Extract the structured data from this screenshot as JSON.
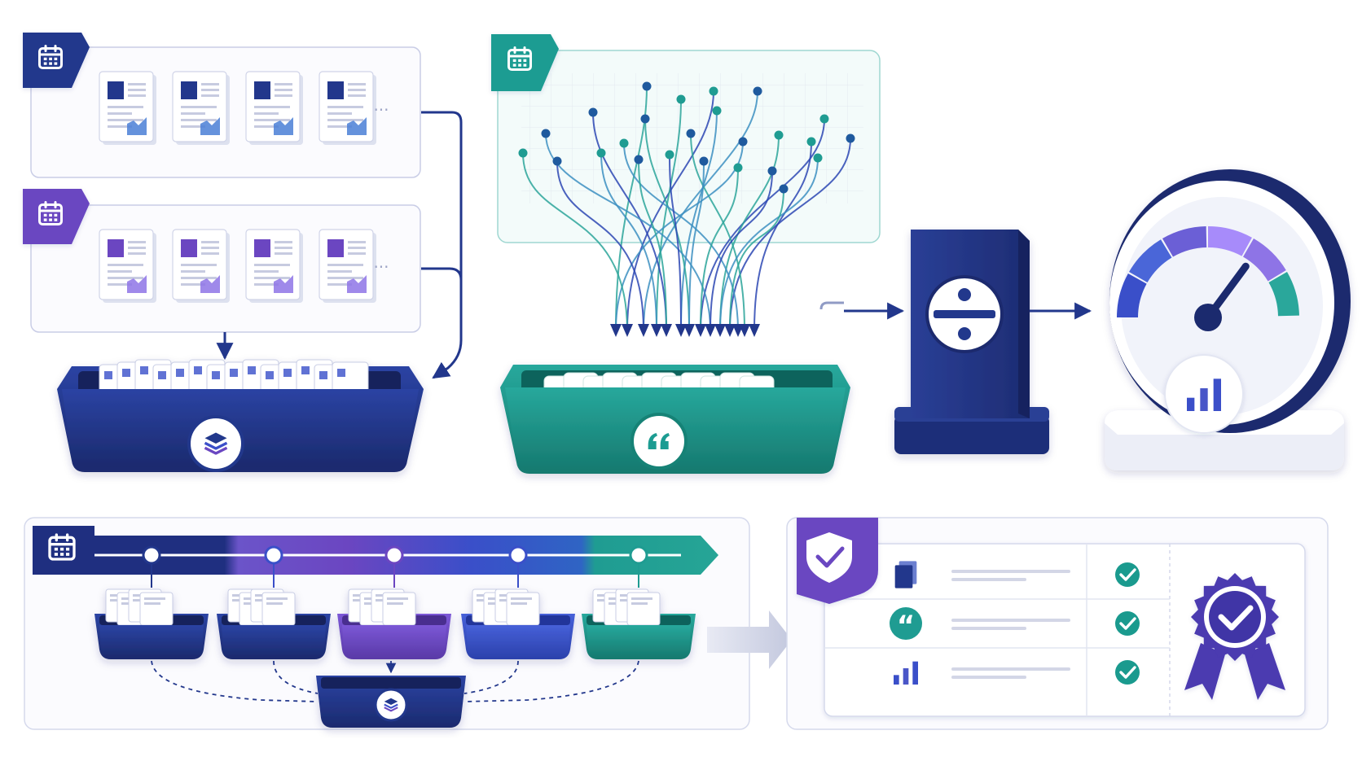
{
  "colors": {
    "navy": "#22378c",
    "navy_dark": "#1b2a6e",
    "purple": "#6b46c1",
    "violet_soft": "#a78bfa",
    "blue": "#3a4fc9",
    "teal": "#1f9c92",
    "teal_dark": "#178276",
    "panel_border": "#c9cde6",
    "panel_fill": "#f7f8fc",
    "check_teal": "#1a9a8e"
  },
  "icons": {
    "calendar": "calendar-icon",
    "layers": "layers-stack-icon",
    "quote": "quote-icon",
    "divide": "divide-icon",
    "gauge": "gauge-icon",
    "bar_chart": "bar-chart-icon",
    "shield": "shield-check-icon",
    "award": "award-badge-icon",
    "check": "check-circle-icon",
    "documents": "documents-icon"
  },
  "labels": {
    "ellipsis": "···",
    "card_ellipsis": "•••",
    "quote_glyph": "“",
    "divide_glyph": "÷"
  },
  "validation_rows": [
    {
      "icon": "documents-icon",
      "status": "pass"
    },
    {
      "icon": "quote-icon",
      "status": "pass"
    },
    {
      "icon": "bar-chart-icon",
      "status": "pass"
    }
  ],
  "timeline_stage_colors": [
    "#22378c",
    "#3a4fc9",
    "#6b46c1",
    "#3a4fc9",
    "#1f9c92"
  ],
  "gauge_segment_colors": [
    "#3a4fc9",
    "#4a66d8",
    "#6b5fd6",
    "#a78bfa",
    "#8e74e6",
    "#2aa79b"
  ],
  "gauge_level": 0.78
}
